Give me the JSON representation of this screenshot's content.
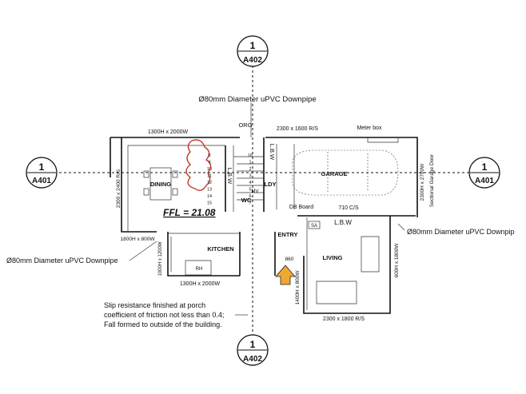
{
  "section_markers": {
    "top": {
      "number": "1",
      "sheet": "A402"
    },
    "bottom": {
      "number": "1",
      "sheet": "A402"
    },
    "left": {
      "number": "1",
      "sheet": "A401"
    },
    "right": {
      "number": "1",
      "sheet": "A401"
    }
  },
  "annotations": {
    "downpipe_top": "Ø80mm Diameter uPVC Downpipe",
    "downpipe_right": "Ø80mm Diameter uPVC Downpip",
    "downpipe_left": "Ø80mm Diameter uPVC Downpipe",
    "org": "ORG",
    "ffl": "FFL = 21.08",
    "slip_line1": "Slip resistance finished at porch",
    "slip_line2": "coefficient of friction not less than 0.4;",
    "slip_line3": "Fall formed to outside of the building."
  },
  "rooms": {
    "dining": "DINING",
    "garage": "GARAGE",
    "kitchen": "KITCHEN",
    "living": "LIVING",
    "entry": "ENTRY",
    "ldy": "LDY",
    "wc": "WC"
  },
  "window_labels": {
    "w_dining_top": "1300H x 2000W",
    "w_garage_top": "2300 x 1600 R/S",
    "meter_box": "Meter box",
    "w_dining_left": "2300 x 2400 R/S",
    "w_garage_right": "2300H x 2700W",
    "sectional_door": "Sectional Garage Door",
    "w_kitchen_left": "1800H x 800W",
    "w_kitchen_side": "1000H x 1200W",
    "w_kitchen_bottom": "1300H x 2000W",
    "w_living_right": "600H x 1800W",
    "w_entry": "1400H x 800W",
    "w_living_bottom": "2300 x 1800 R/S",
    "db_board": "DB Board",
    "cs_710": "710 C/S",
    "lbw_garage": "L.B.W",
    "lbw_lower": "L.B.W",
    "lbw_stair": "L.B.W",
    "sa": "SA",
    "door_860": "860",
    "rh": "RH",
    "mv": "MV"
  },
  "stair_numbers": [
    "8",
    "9",
    "10",
    "11",
    "12",
    "13",
    "14",
    "15",
    "16",
    "1",
    "2",
    "3",
    "4",
    "5",
    "6",
    "7"
  ]
}
